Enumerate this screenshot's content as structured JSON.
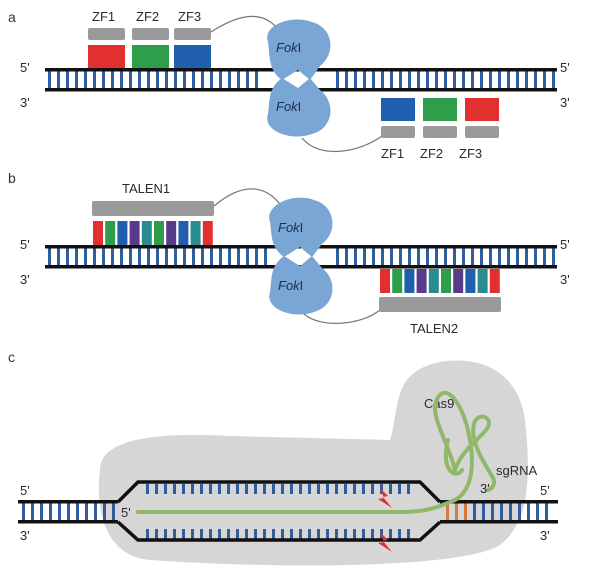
{
  "panels": {
    "a": "a",
    "b": "b",
    "c": "c"
  },
  "strand_labels": {
    "five_prime": "5'",
    "three_prime": "3'"
  },
  "fok_label": "Fok",
  "fok_suffix": "I",
  "zf_labels": [
    "ZF1",
    "ZF2",
    "ZF3"
  ],
  "talen_labels": {
    "left": "TALEN1",
    "right": "TALEN2"
  },
  "crispr_labels": {
    "protein": "Cas9",
    "guide": "sgRNA"
  },
  "colors": {
    "dna_strand": "#111111",
    "base_tick": "#2f5d9e",
    "zf_red": "#e23030",
    "zf_green": "#2e9e4a",
    "zf_blue": "#1f5fae",
    "linker_grey": "#9a9a9a",
    "fok_blue": "#7aa6d6",
    "cas9_grey": "#d6d6d6",
    "sgrna_green": "#8fb86a",
    "pam_orange": "#d17a3a",
    "cut_red": "#e23030",
    "tale_purple": "#5a3a8a",
    "tale_teal": "#2a8c8c"
  }
}
